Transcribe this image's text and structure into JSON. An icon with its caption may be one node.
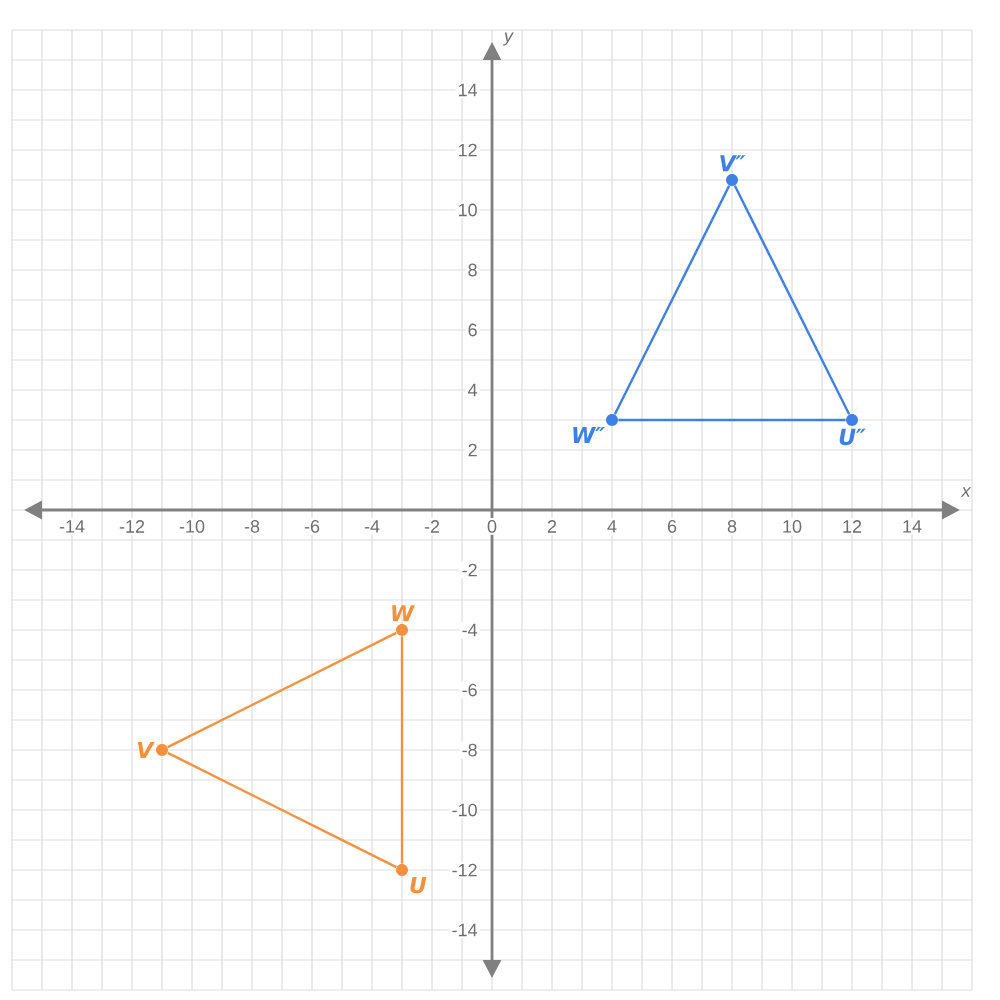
{
  "diagram": {
    "nodes": [
      {
        "text": [
          "V″"
        ]
      },
      {
        "text": [
          "W″"
        ]
      },
      {
        "text": [
          "U″"
        ]
      },
      {
        "text": [
          "W"
        ]
      },
      {
        "text": [
          "V"
        ]
      },
      {
        "text": [
          "U"
        ]
      }
    ],
    "edges": [
      {
        "from": 0,
        "to": 2,
        "arrow": "none",
        "color": "#3f7fe6"
      },
      {
        "from": 2,
        "to": 1,
        "arrow": "none",
        "color": "#3f7fe6"
      },
      {
        "from": 1,
        "to": 0,
        "arrow": "none",
        "color": "#3f7fe6"
      },
      {
        "from": 3,
        "to": 5,
        "arrow": "none",
        "color": "#f5913e"
      },
      {
        "from": 5,
        "to": 4,
        "arrow": "none",
        "color": "#f5913e"
      },
      {
        "from": 4,
        "to": 3,
        "arrow": "none",
        "color": "#f5913e"
      }
    ],
    "labels": [
      "y",
      "14",
      "12",
      "10",
      "8",
      "6",
      "4",
      "2",
      "x",
      "-14",
      "-12",
      "-10",
      "-8",
      "-6",
      "-4",
      "-2",
      "0",
      "2",
      "4",
      "6",
      "8",
      "10",
      "12",
      "14",
      "-2",
      "-4",
      "-6",
      "-8",
      "-10",
      "-12",
      "-14"
    ]
  }
}
